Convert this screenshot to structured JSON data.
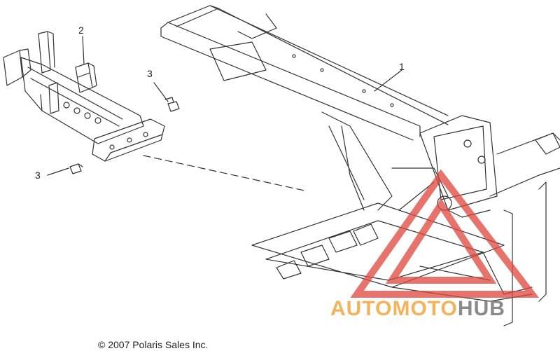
{
  "callouts": {
    "frame": "1",
    "bracket": "2",
    "bolt_upper": "3",
    "bolt_lower": "3"
  },
  "copyright": "© 2007 Polaris Sales Inc.",
  "watermark": {
    "part1": "AUTOMOTO",
    "part2": "HUB",
    "colors": {
      "triangle": "#e0463c",
      "text_primary": "#f2b35a",
      "text_secondary": "#8a8a8a"
    }
  },
  "line_color": "#333333"
}
